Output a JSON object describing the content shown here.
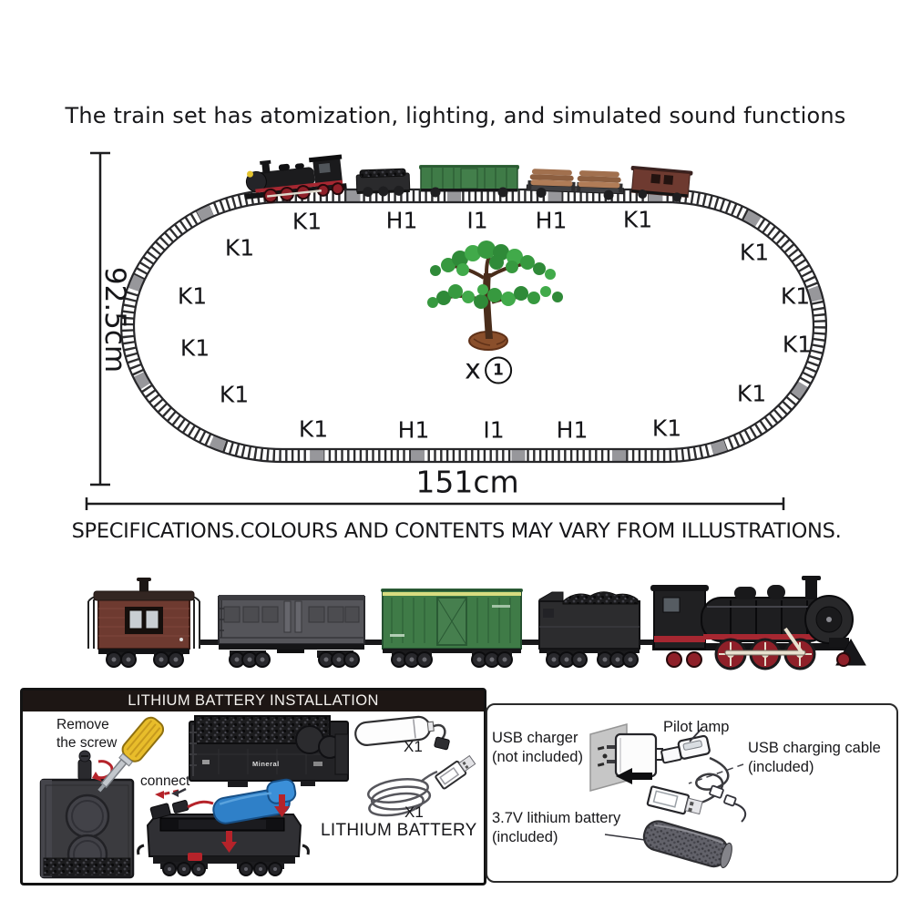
{
  "title": "The train set has atomization, lighting, and simulated sound functions",
  "track_diagram": {
    "top_labels": [
      "K1",
      "H1",
      "I1",
      "H1",
      "K1"
    ],
    "bottom_labels": [
      "K1",
      "H1",
      "I1",
      "H1",
      "K1"
    ],
    "left_labels": [
      "K1",
      "K1",
      "K1",
      "K1"
    ],
    "right_labels": [
      "K1",
      "K1",
      "K1",
      "K1"
    ],
    "height_label": "92.5cm",
    "width_label": "151cm",
    "tree": {
      "qty_prefix": "x",
      "qty": "1"
    }
  },
  "disclaimer": "SPECIFICATIONS.COLOURS AND CONTENTS MAY VARY FROM ILLUSTRATIONS.",
  "battery_box": {
    "header": "LITHIUM BATTERY INSTALLATION",
    "remove_screw_note": "Remove\nthe screw",
    "connect_note": "connect",
    "tender_marking": "Mineral",
    "battery_qty": "X1",
    "cable_qty": "X1",
    "battery_caption": "LITHIUM BATTERY"
  },
  "charging_diagram": {
    "usb_charger_note": "USB charger\n(not included)",
    "pilot_lamp_note": "Pilot lamp",
    "usb_cable_note": "USB charging cable\n(included)",
    "battery_note": "3.7V lithium battery\n(included)"
  },
  "colors": {
    "track": "#2e2e30",
    "locomotive_red": "#a62731",
    "boxcar_green": "#3f7b47",
    "log_brown": "#9a6b4a",
    "caboose_brown": "#6e3a30",
    "battery_blue": "#2f80c8",
    "tree_green": "#37993f",
    "panel_header_bg": "#1d1614"
  }
}
